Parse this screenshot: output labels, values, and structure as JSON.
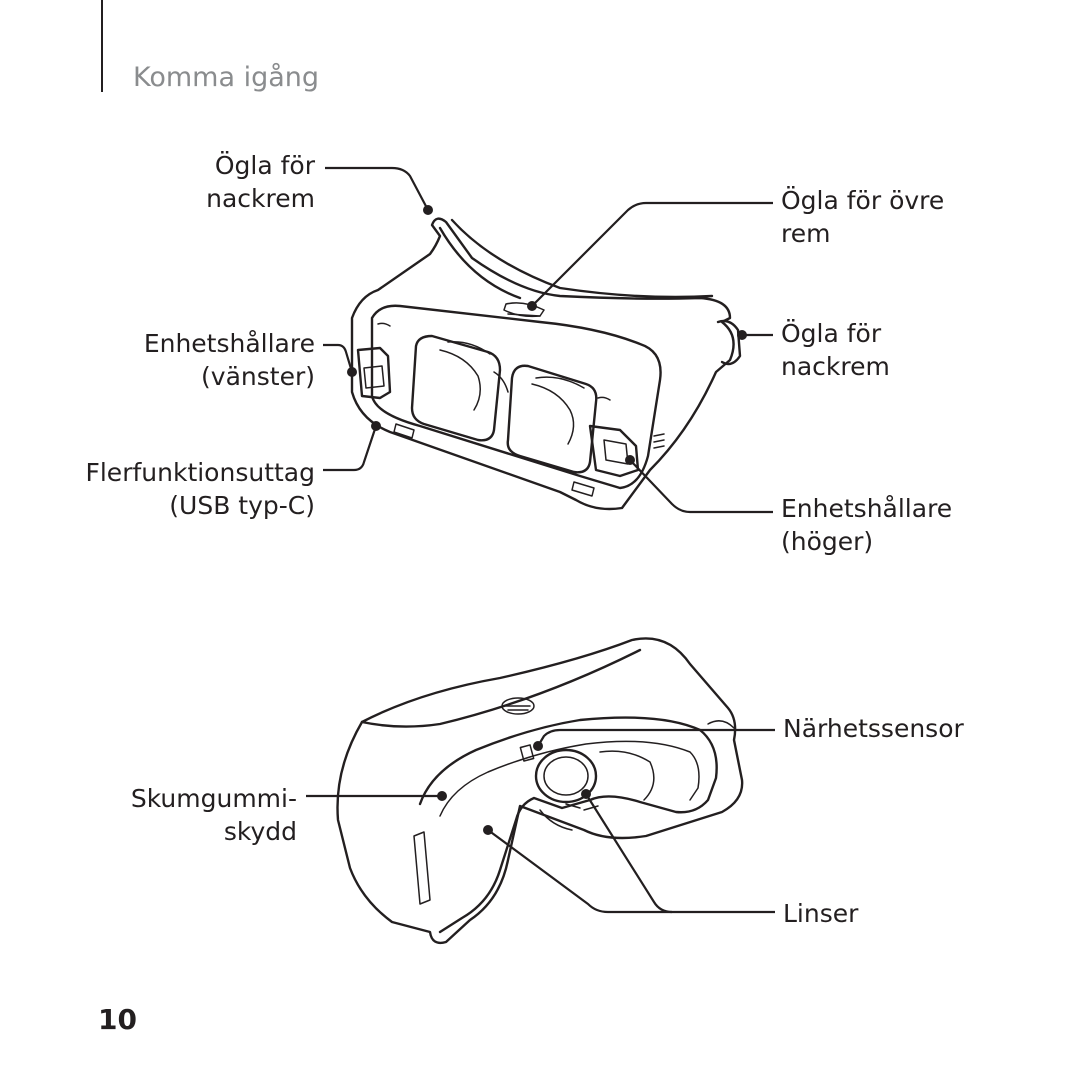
{
  "header": {
    "section_title": "Komma igång"
  },
  "page_number": "10",
  "figure_top": {
    "labels": {
      "neck_strap_loop_left": [
        "Ögla för",
        "nackrem"
      ],
      "device_holder_left": [
        "Enhetshållare",
        "(vänster)"
      ],
      "usb_port": [
        "Flerfunktionsuttag",
        "(USB typ-C)"
      ],
      "top_strap_loop": [
        "Ögla för övre",
        "rem"
      ],
      "neck_strap_loop_right": [
        "Ögla för",
        "nackrem"
      ],
      "device_holder_right": [
        "Enhetshållare",
        "(höger)"
      ]
    }
  },
  "figure_bottom": {
    "labels": {
      "proximity_sensor": [
        "Närhetssensor"
      ],
      "foam_cushion": [
        "Skumgummi-",
        "skydd"
      ],
      "lenses": [
        "Linser"
      ]
    }
  }
}
